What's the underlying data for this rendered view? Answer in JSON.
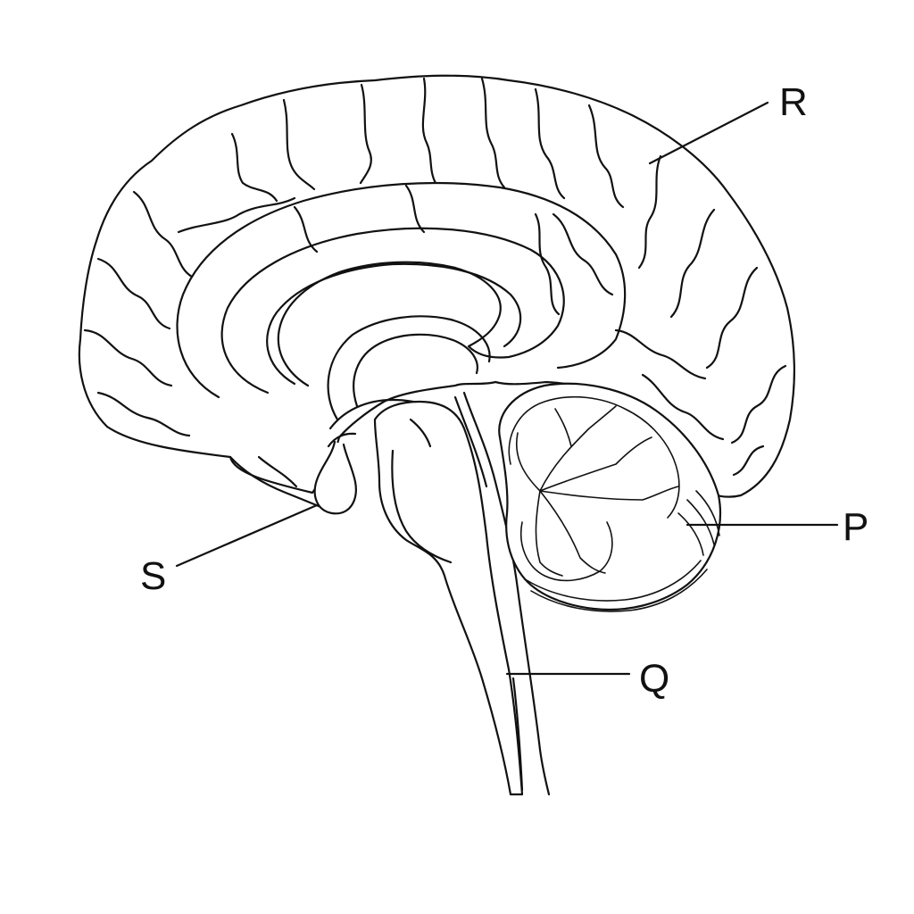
{
  "diagram": {
    "labels": {
      "R": "R",
      "P": "P",
      "Q": "Q",
      "S": "S"
    }
  },
  "colors": {
    "ink": "#111111",
    "background": "#ffffff"
  }
}
